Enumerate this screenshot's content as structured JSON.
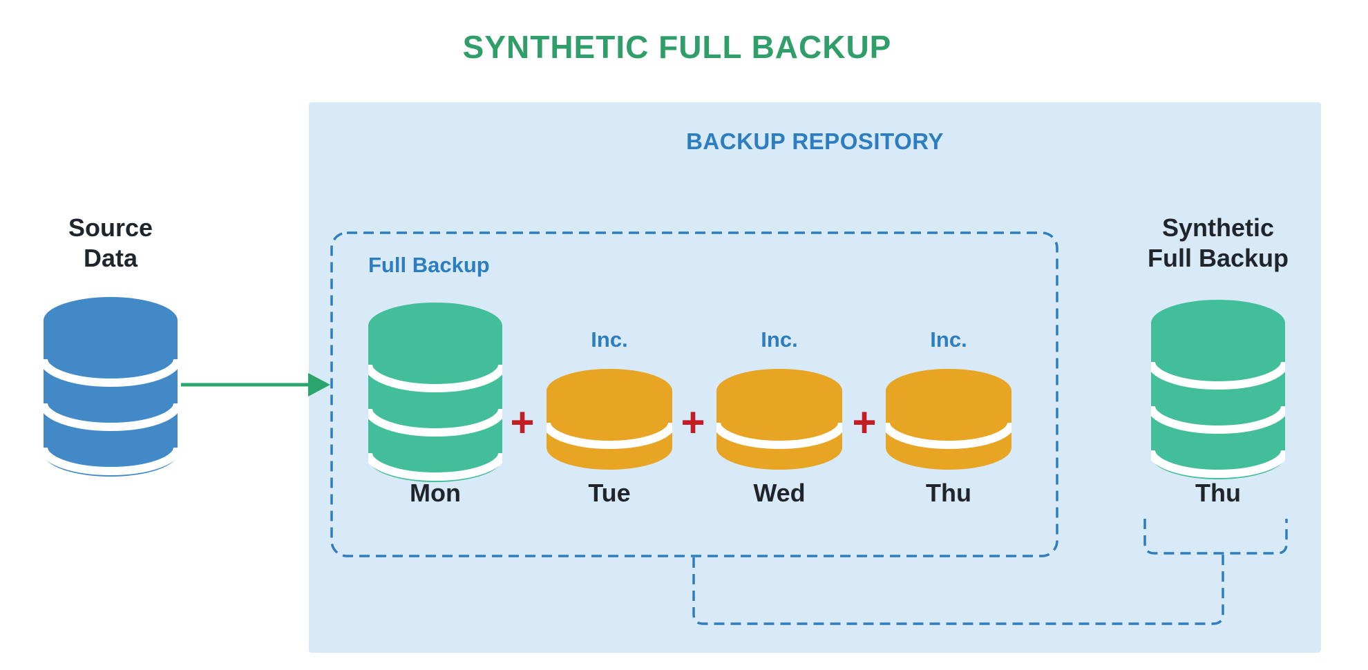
{
  "title": "SYNTHETIC FULL BACKUP",
  "repository": {
    "label": "BACKUP REPOSITORY"
  },
  "source": {
    "label": [
      "Source",
      "Data"
    ]
  },
  "backup_chain": {
    "full_backup_label": "Full Backup",
    "full_backup_day": "Mon",
    "plus_symbol": "+",
    "incrementals": [
      {
        "label": "Inc.",
        "day": "Tue"
      },
      {
        "label": "Inc.",
        "day": "Wed"
      },
      {
        "label": "Inc.",
        "day": "Thu"
      }
    ]
  },
  "synthetic": {
    "label": [
      "Synthetic",
      "Full Backup"
    ],
    "day": "Thu"
  },
  "theme": {
    "title-green": "#2f9e68",
    "arrow-green": "#2ba56e",
    "panel-bg": "#d8e9f7",
    "accent-blue": "#2d7dc1",
    "db-blue": "#4289c8",
    "db-teal": "#42bf9a",
    "disk-orange": "#e8a423",
    "plus-red": "#c41e24",
    "text-dark": "#20242b"
  }
}
